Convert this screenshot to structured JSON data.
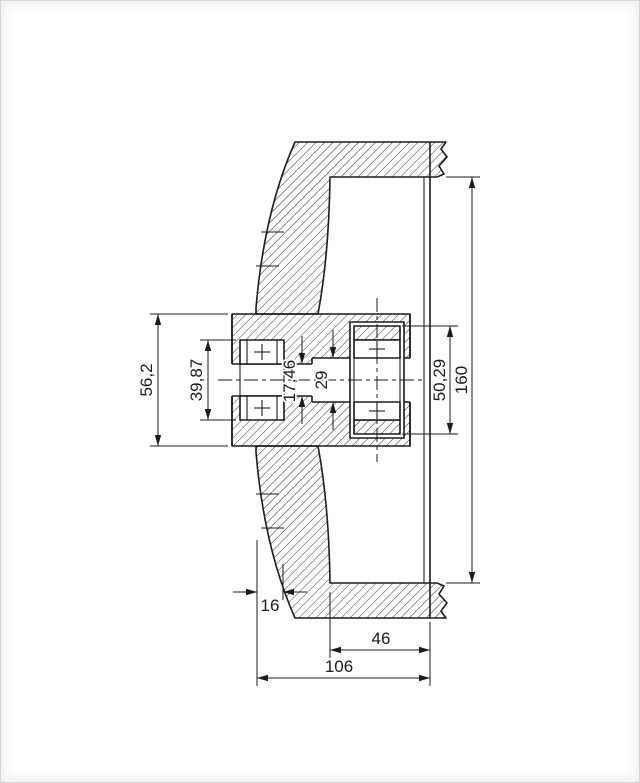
{
  "drawing": {
    "background": "#ffffff",
    "line_color": "#1b1b1b",
    "dims": {
      "d56_2": "56,2",
      "d39_87": "39,87",
      "d17_46": "17,46",
      "d29": "29",
      "d50_29": "50,29",
      "d160": "160",
      "d16": "16",
      "d46": "46",
      "d106": "106"
    }
  }
}
